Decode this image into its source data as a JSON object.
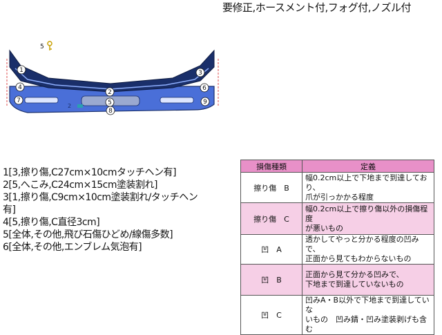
{
  "header": {
    "note": "要修正,ホースメント付,フォグ付,ノズル付"
  },
  "diagram": {
    "key_label": "5",
    "markers": [
      "1",
      "2",
      "3",
      "4",
      "5",
      "6",
      "7",
      "8",
      "9"
    ],
    "small_label": "2",
    "colors": {
      "bumper": "#4a6fd8",
      "dark": "#1a2f6a",
      "marker": "#ffffff",
      "key": "#c8a000",
      "tape": "#2aa0b0"
    }
  },
  "defects": [
    "1[3,擦り傷,C27cm×10cmタッチヘン有]",
    "2[5,へこみ,C24cm×15cm塗装割れ]",
    "3[1,擦り傷,C9cm×10cm塗装割れ/タッチヘン",
    "有]",
    "4[5,擦り傷,C直径3cm]",
    "5[全体,その他,飛び石傷ひどめ/線傷多数]",
    "6[全体,その他,エンブレム気泡有]"
  ],
  "legend": {
    "headers": [
      "損傷種類",
      "定義"
    ],
    "rows": [
      {
        "term": "擦り傷　B",
        "def": [
          "幅0.2cm以上で下地まで到達しており、",
          "爪が引っかかる程度"
        ]
      },
      {
        "term": "擦り傷　C",
        "def": [
          "幅0.2cm以上で擦り傷以外の損傷程度",
          "が悪いもの"
        ]
      },
      {
        "term": "凹　A",
        "def": [
          "透かしてやっと分かる程度の凹みで、",
          "正面から見てもわからないもの"
        ]
      },
      {
        "term": "凹　B",
        "def": [
          "正面から見て分かる凹みで、",
          "下地まで到達していないもの"
        ]
      },
      {
        "term": "凹　C",
        "def": [
          "凹みA・B以外で下地まで到達していな",
          "いもの　凹み錆・凹み塗装剥げも含む"
        ]
      }
    ]
  }
}
